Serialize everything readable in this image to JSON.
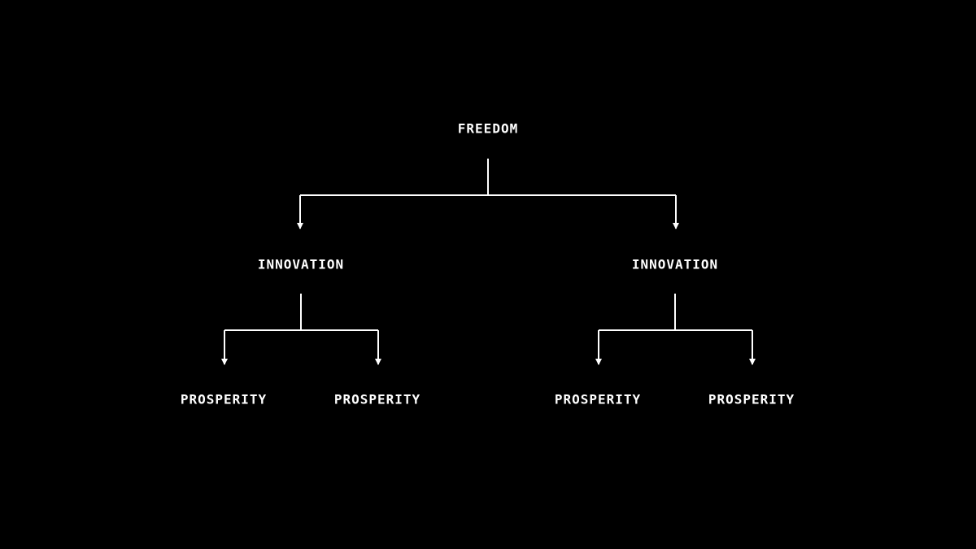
{
  "colors": {
    "background": "#000000",
    "foreground": "#ffffff"
  },
  "tree": {
    "root": "FREEDOM",
    "level2": [
      "INNOVATION",
      "INNOVATION"
    ],
    "level3": [
      "PROSPERITY",
      "PROSPERITY",
      "PROSPERITY",
      "PROSPERITY"
    ]
  }
}
